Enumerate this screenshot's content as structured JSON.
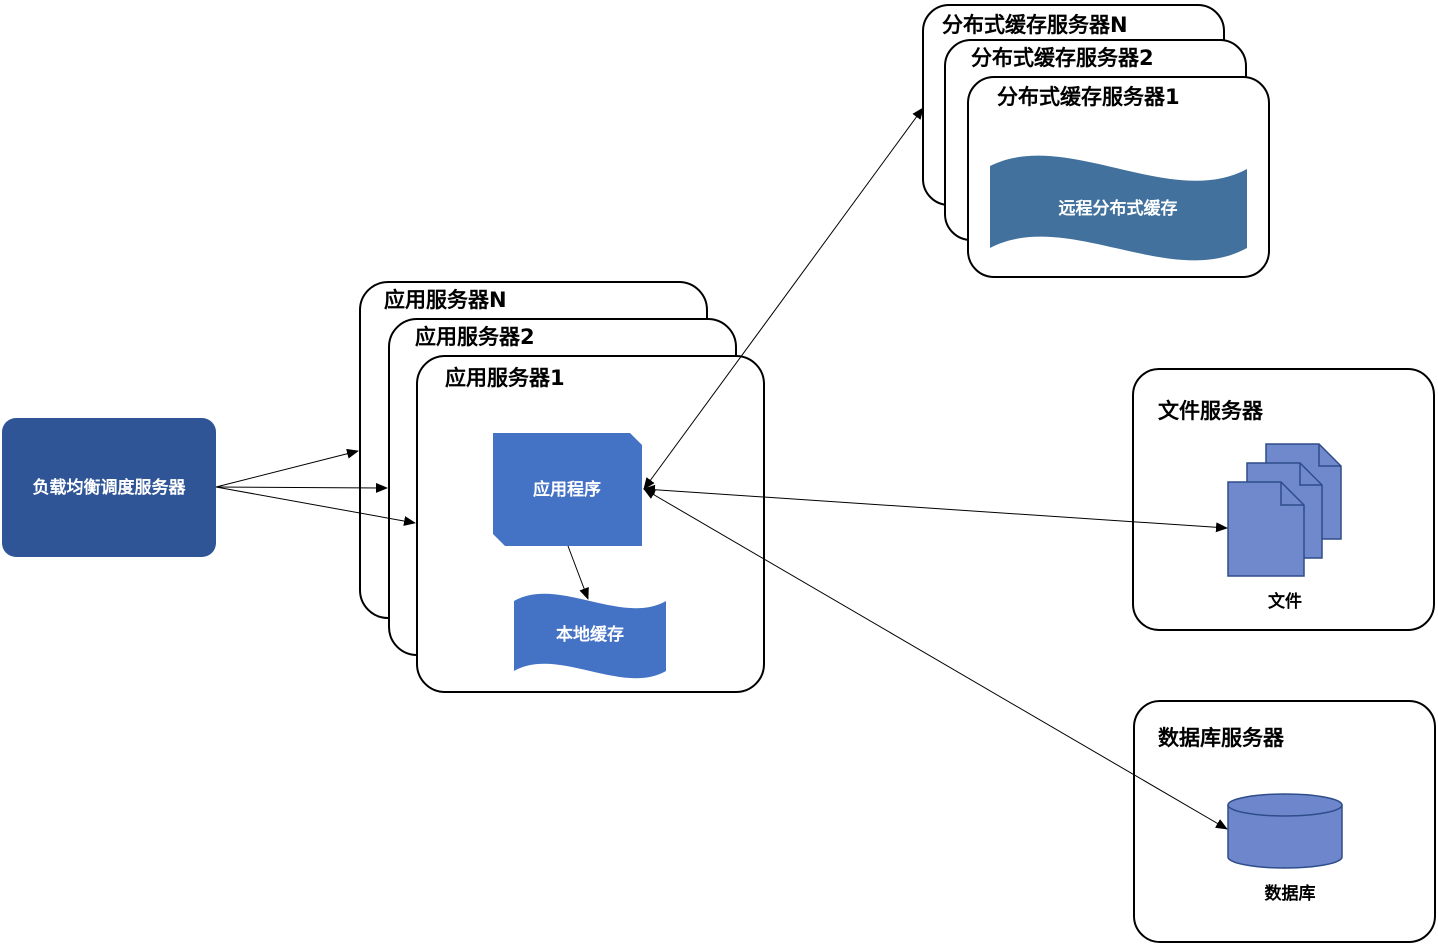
{
  "load_balancer": {
    "label": "负载均衡调度服务器"
  },
  "app_servers": {
    "titles": [
      "应用服务器N",
      "应用服务器2",
      "应用服务器1"
    ],
    "app_label": "应用程序",
    "local_cache_label": "本地缓存"
  },
  "cache_servers": {
    "titles": [
      "分布式缓存服务器N",
      "分布式缓存服务器2",
      "分布式缓存服务器1"
    ],
    "remote_cache_label": "远程分布式缓存"
  },
  "file_server": {
    "title": "文件服务器",
    "file_label": "文件"
  },
  "db_server": {
    "title": "数据库服务器",
    "db_label": "数据库"
  },
  "colors": {
    "load_balancer": "#2f5597",
    "app_program": "#4472c4",
    "local_cache": "#4472c4",
    "remote_cache": "#41719c",
    "file_icon": "#7088cc",
    "db_icon": "#6e87cc",
    "line": "#000000"
  }
}
